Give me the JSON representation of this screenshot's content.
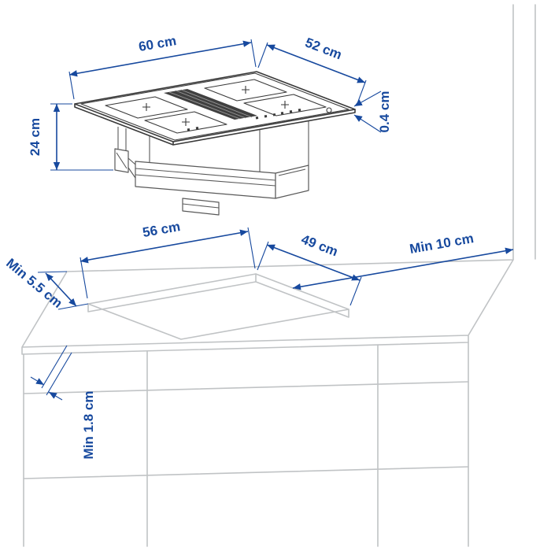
{
  "dimensions": {
    "hob_width": "60 cm",
    "hob_depth": "52 cm",
    "hob_height": "24 cm",
    "hob_top_thickness": "0.4 cm",
    "cutout_width": "56 cm",
    "cutout_depth": "49 cm",
    "min_wall_clearance": "Min 10 cm",
    "min_back_clearance": "Min 5.5 cm",
    "min_worktop_thickness": "Min 1.8 cm"
  },
  "colors": {
    "dimension_blue": "#17499e",
    "product_outline": "#3a3a3a",
    "kitchen_outline": "#c0c3c5",
    "background": "#ffffff"
  }
}
